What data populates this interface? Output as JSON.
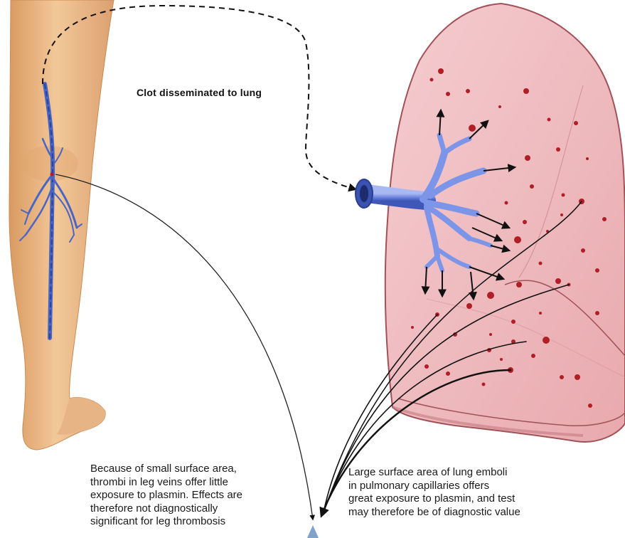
{
  "labels": {
    "clot_label": "Clot disseminated to lung"
  },
  "captions": {
    "left": [
      "Because of small surface area,",
      "thrombi in leg veins offer little",
      "exposure to plasmin. Effects are",
      "therefore not diagnostically",
      "significant for leg thrombosis"
    ],
    "right": [
      "Large surface area of lung emboli",
      "in pulmonary capillaries offers",
      "great exposure to plasmin, and test",
      "may therefore be of diagnostic value"
    ]
  },
  "colors": {
    "skin": "#ecb987",
    "vein": "#4a66c4",
    "lung": "#f0c0c4",
    "lung_edge": "#a05258",
    "bronchus": "#7d95e8",
    "clot": "#b01e26"
  }
}
